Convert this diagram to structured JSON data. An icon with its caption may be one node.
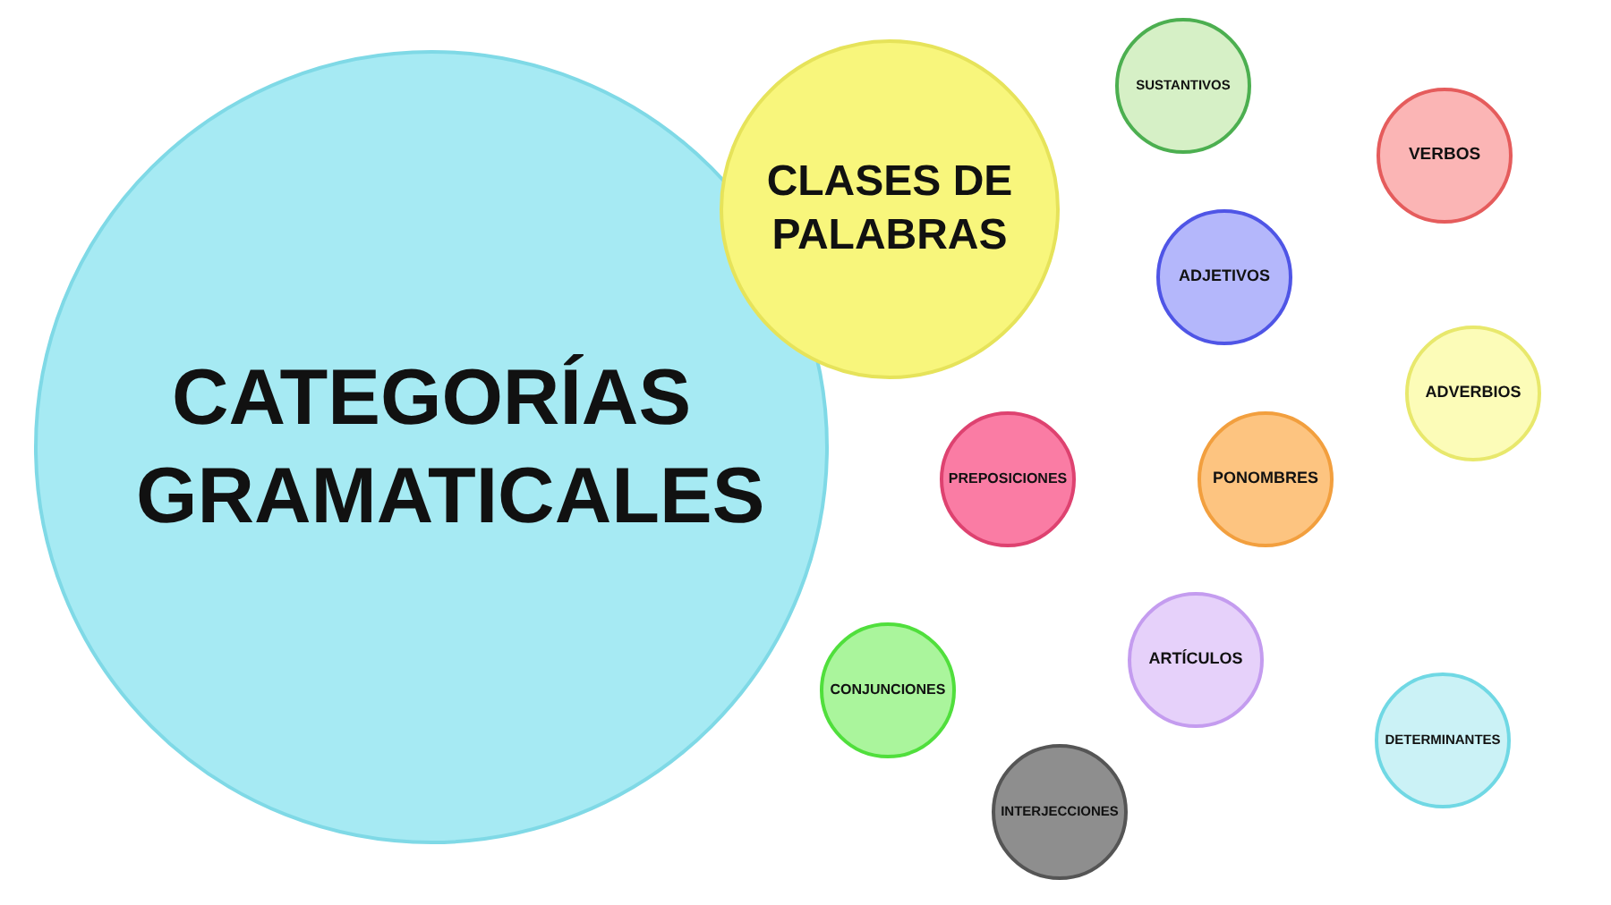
{
  "diagram": {
    "nodes": [
      {
        "text": [
          "CATEGORÍAS GRAMATICALES"
        ]
      },
      {
        "text": [
          "CLASES DE PALABRAS"
        ]
      },
      {
        "text": [
          "SUSTANTIVOS"
        ]
      },
      {
        "text": [
          "VERBOS"
        ]
      },
      {
        "text": [
          "ADJETIVOS"
        ]
      },
      {
        "text": [
          "ADVERBIOS"
        ]
      },
      {
        "text": [
          "PREPOSICIONES"
        ]
      },
      {
        "text": [
          "PONOMBRES"
        ]
      },
      {
        "text": [
          "CONJUNCIONES"
        ]
      },
      {
        "text": [
          "ARTÍCULOS"
        ]
      },
      {
        "text": [
          "DETERMINANTES"
        ]
      },
      {
        "text": [
          "INTERJECCIONES"
        ]
      }
    ]
  }
}
